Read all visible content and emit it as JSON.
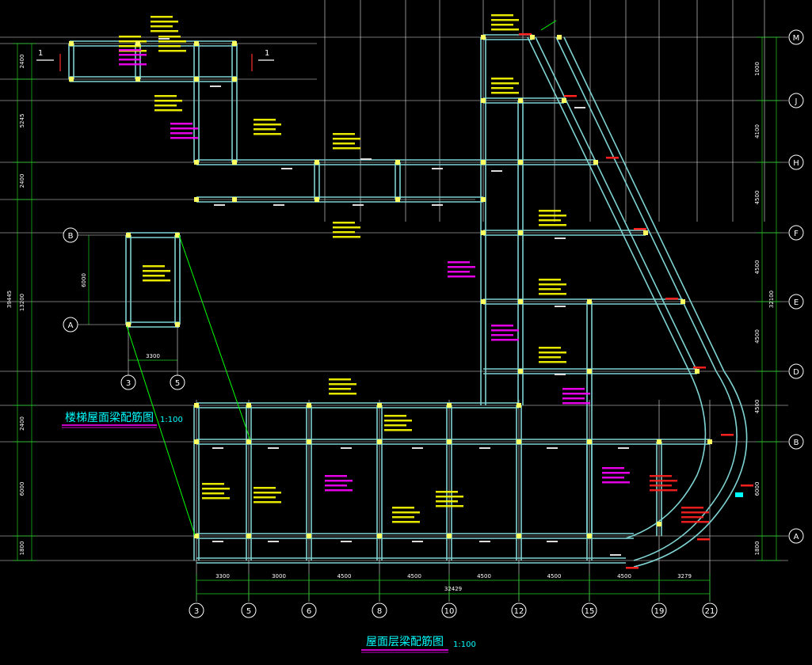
{
  "titles": {
    "main": "屋面层梁配筋图",
    "main_scale": "1:100",
    "stair": "楼梯屋面梁配筋图",
    "stair_scale": "1:100"
  },
  "axes": {
    "right": [
      "M",
      "J",
      "H",
      "F",
      "E",
      "D",
      "B",
      "A"
    ],
    "bottom": [
      "3",
      "5",
      "6",
      "8",
      "10",
      "12",
      "15",
      "19",
      "21"
    ],
    "stair_left": [
      "B",
      "A"
    ],
    "stair_bottom": [
      "3",
      "5"
    ]
  },
  "dims": {
    "bottom": [
      "3300",
      "3000",
      "4500",
      "4500",
      "4500",
      "4500",
      "4500",
      "3279"
    ],
    "bottom_total": "32429",
    "right": [
      "1000",
      "4100",
      "4500",
      "4500",
      "4500",
      "4500",
      "6000",
      "1800"
    ],
    "right_total": "32100",
    "left": [
      "2400",
      "5245",
      "2400",
      "13200",
      "2400",
      "6000",
      "1800"
    ],
    "left_total": "39445",
    "stair_height": "6000",
    "stair_width": "3300"
  },
  "section_marks": [
    "1",
    "1"
  ],
  "colors": {
    "background": "#000000",
    "beam": "#7fd3d3",
    "grid": "#e8e8e8",
    "annotation_yellow": "#ffff00",
    "annotation_magenta": "#ff00ff",
    "annotation_red": "#ff2020",
    "axis_green": "#00ff00",
    "title_purple": "#c800c8",
    "column": "#ffff60"
  }
}
